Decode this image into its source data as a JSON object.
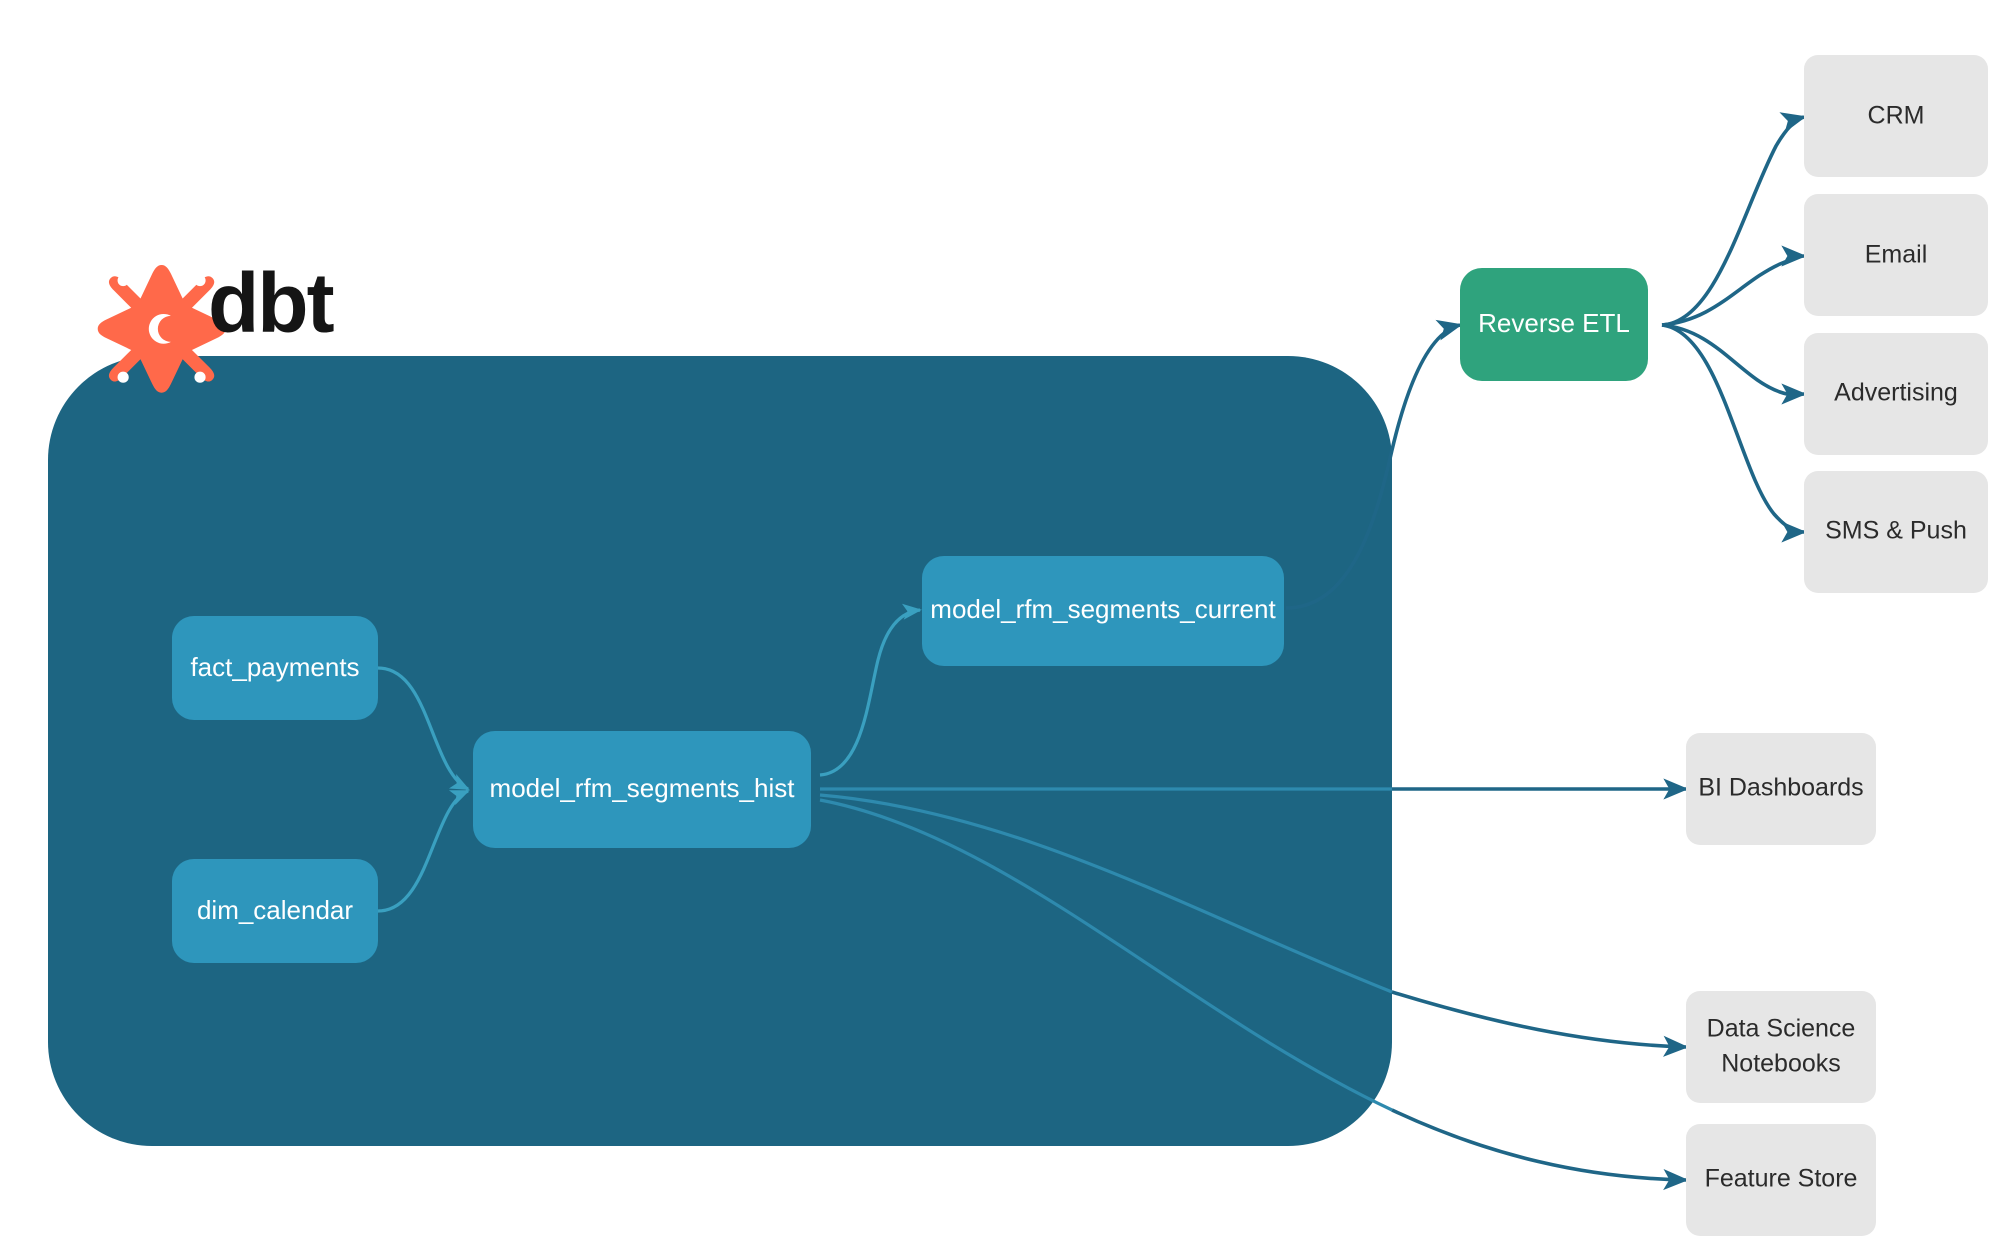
{
  "brand": {
    "name": "dbt",
    "logo_icon": "dbt-logo-icon",
    "logo_color": "#FF694A"
  },
  "colors": {
    "background": "#ffffff",
    "container_fill": "#1D6582",
    "model_fill": "#2E96BC",
    "reverse_etl_fill": "#2FA37D",
    "destination_fill": "#E6E6E6",
    "edge_outer": "#1F6687",
    "edge_inner": "#3AA0C0",
    "model_text": "#ffffff",
    "destination_text": "#2b2b2b"
  },
  "container": {
    "name": "dbt-project-container"
  },
  "models": [
    {
      "id": "fact_payments",
      "label": "fact_payments"
    },
    {
      "id": "dim_calendar",
      "label": "dim_calendar"
    },
    {
      "id": "model_rfm_segments_hist",
      "label": "model_rfm_segments_hist"
    },
    {
      "id": "model_rfm_segments_current",
      "label": "model_rfm_segments_current"
    }
  ],
  "reverse_etl": {
    "id": "reverse_etl",
    "label": "Reverse ETL"
  },
  "activation_destinations": [
    {
      "id": "crm",
      "label": "CRM"
    },
    {
      "id": "email",
      "label": "Email"
    },
    {
      "id": "advertising",
      "label": "Advertising"
    },
    {
      "id": "sms_push",
      "label": "SMS & Push"
    }
  ],
  "analytics_destinations": [
    {
      "id": "bi_dashboards",
      "label": "BI Dashboards",
      "line1": "BI Dashboards",
      "line2": ""
    },
    {
      "id": "data_science_notebooks",
      "label": "Data Science Notebooks",
      "line1": "Data Science",
      "line2": "Notebooks"
    },
    {
      "id": "feature_store",
      "label": "Feature Store",
      "line1": "Feature Store",
      "line2": ""
    }
  ],
  "edges": [
    {
      "from": "fact_payments",
      "to": "model_rfm_segments_hist"
    },
    {
      "from": "dim_calendar",
      "to": "model_rfm_segments_hist"
    },
    {
      "from": "model_rfm_segments_hist",
      "to": "model_rfm_segments_current"
    },
    {
      "from": "model_rfm_segments_current",
      "to": "reverse_etl"
    },
    {
      "from": "reverse_etl",
      "to": "crm"
    },
    {
      "from": "reverse_etl",
      "to": "email"
    },
    {
      "from": "reverse_etl",
      "to": "advertising"
    },
    {
      "from": "reverse_etl",
      "to": "sms_push"
    },
    {
      "from": "model_rfm_segments_hist",
      "to": "bi_dashboards"
    },
    {
      "from": "model_rfm_segments_hist",
      "to": "data_science_notebooks"
    },
    {
      "from": "model_rfm_segments_hist",
      "to": "feature_store"
    }
  ]
}
